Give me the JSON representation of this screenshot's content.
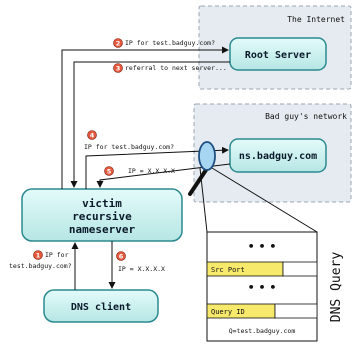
{
  "diagram": {
    "regions": {
      "internet": "The Internet",
      "badnet": "Bad guy's network"
    },
    "nodes": {
      "root_server": "Root Server",
      "ns_badguy": "ns.badguy.com",
      "victim_line1": "victim",
      "victim_line2": "recursive",
      "victim_line3": "nameserver",
      "dns_client": "DNS client"
    },
    "steps": [
      {
        "num": "1",
        "text_line1": "IP for",
        "text_line2": "test.badguy.com?"
      },
      {
        "num": "2",
        "text": "IP for test.badguy.com?"
      },
      {
        "num": "3",
        "text": "referral to next server..."
      },
      {
        "num": "4",
        "text": "IP for test.badguy.com?"
      },
      {
        "num": "5",
        "text": "IP = X.X.X.X"
      },
      {
        "num": "6",
        "text": "IP = X.X.X.X"
      }
    ],
    "packet": {
      "title": "DNS Query",
      "dots": "• • •",
      "field_src_port": "Src Port",
      "field_query_id": "Query ID",
      "query": "Q=test.badguy.com"
    },
    "colors": {
      "box_fill": "#c8f0ef",
      "box_stroke": "#2b8a8f",
      "region_fill": "#e5ebf0",
      "region_stroke": "#9aa6b2",
      "badge_fill": "#e4573c",
      "field_fill": "#f6e96b",
      "lens_fill": "#a6d6f2"
    }
  }
}
